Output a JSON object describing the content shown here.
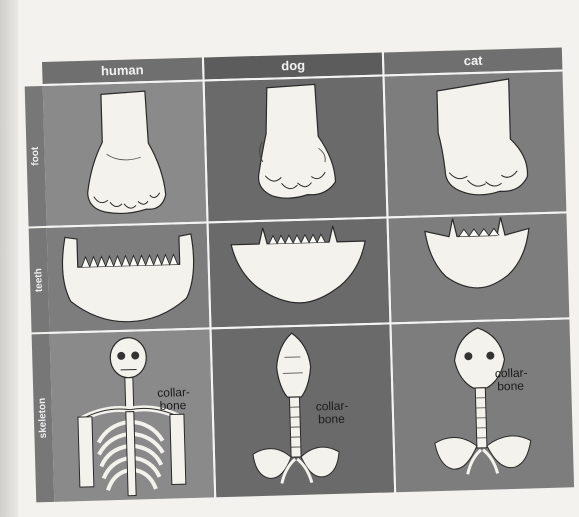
{
  "columns": [
    "human",
    "dog",
    "cat"
  ],
  "rows": [
    "foot",
    "teeth",
    "skeleton"
  ],
  "labels": {
    "human_collarbone_1": "collar-",
    "human_collarbone_2": "bone",
    "dog_collarbone_1": "collar-",
    "dog_collarbone_2": "bone",
    "cat_collarbone_1": "collar-",
    "cat_collarbone_2": "bone"
  }
}
